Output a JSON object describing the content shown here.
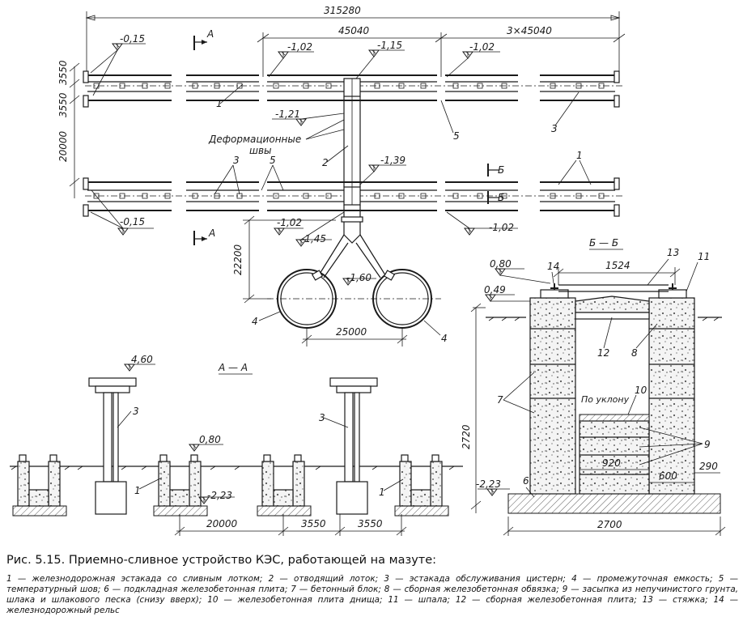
{
  "plan": {
    "dims": {
      "total": "315280",
      "span": "45040",
      "multi_span": "3×45040",
      "side_top": "3550",
      "side_mid": "3550",
      "side_long": "20000",
      "pipe_offset": "22200",
      "tanks_spacing": "25000"
    },
    "levels": {
      "l015_top": "-0,15",
      "l102_top": "-1,02",
      "l115": "-1,15",
      "l102_right": "-1,02",
      "l121": "-1,21",
      "l139": "-1,39",
      "l015_bot": "-0,15",
      "l102_bot": "-1,02",
      "l145": "-1,45",
      "l102_br": "-1,02",
      "l160": "-1,60"
    },
    "section_letters": {
      "a_top": "А",
      "a_bot": "А",
      "b_top": "Б",
      "b_bot": "Б"
    },
    "deformation_label_1": "Деформационные",
    "deformation_label_2": "швы",
    "callouts": {
      "c1a": "1",
      "c1b": "1",
      "c2": "2",
      "c3a": "3",
      "c3b": "3",
      "c4a": "4",
      "c4b": "4",
      "c5a": "5",
      "c5b": "5"
    }
  },
  "section_aa": {
    "title": "А — А",
    "level_top": "4,60",
    "level_mid": "0,80",
    "level_bottom": "-2,23",
    "dims": {
      "d1": "20000",
      "d2": "3550",
      "d3": "3550"
    },
    "callouts": {
      "c3a": "3",
      "c3b": "3",
      "c1a": "1",
      "c1b": "1"
    }
  },
  "section_bb": {
    "title": "Б — Б",
    "level_080": "0,80",
    "level_049": "0,49",
    "level_223": "-2,23",
    "dims": {
      "gauge": "1524",
      "height": "2720",
      "inner": "920",
      "wall": "600",
      "edge": "290",
      "base": "2700"
    },
    "slope_label": "По уклону",
    "callouts": {
      "c14": "14",
      "c13": "13",
      "c11": "11",
      "c12": "12",
      "c8": "8",
      "c7": "7",
      "c10": "10",
      "c9": "9",
      "c6": "6"
    }
  },
  "caption": {
    "title": "Рис. 5.15. Приемно-сливное устройство КЭС, работающей на мазуте:",
    "legend": "1 — железнодорожная эстакада со сливным лотком; 2 — отводящий лоток; 3 — эстакада обслуживания цистерн; 4 — промежуточная емкость; 5 — температурный шов; 6 — подкладная железобетонная плита; 7 — бетонный блок; 8 — сборная железобетонная обвязка; 9 — засыпка из непучинистого грунта, шлака и шлакового песка (снизу вверх); 10 — железобетонная плита днища; 11 — шпала; 12 — сборная железобетонная плита; 13 — стяжка; 14 — железнодорожный рельс"
  }
}
